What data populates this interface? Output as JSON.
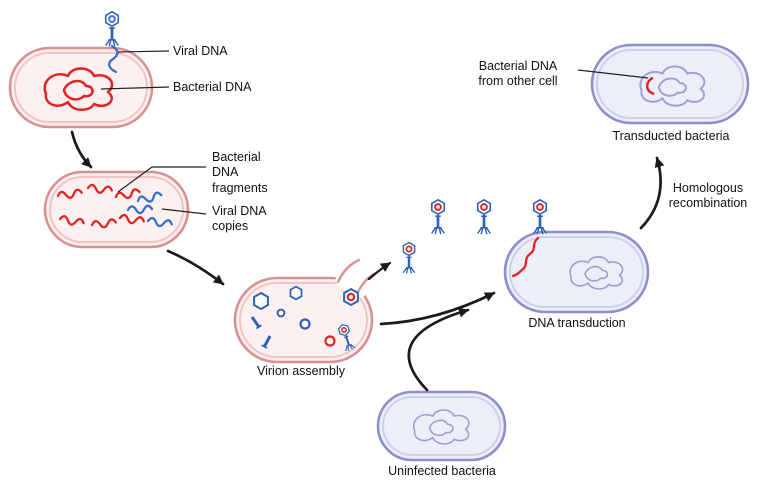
{
  "diagram": {
    "background": "#ffffff",
    "labels": {
      "viral_dna": "Viral DNA",
      "bacterial_dna": "Bacterial DNA",
      "bacterial_dna_fragments": "Bacterial DNA fragments",
      "viral_dna_copies": "Viral DNA copies",
      "virion_assembly": "Virion assembly",
      "uninfected_bacteria": "Uninfected bacteria",
      "dna_transduction": "DNA transduction",
      "bacterial_dna_from_other_cell": "Bacterial DNA from other cell",
      "transducted_bacteria": "Transducted bacteria",
      "homologous_recombination": "Homologous recombination"
    },
    "colors": {
      "bacteria_pink_fill": "#fdf0f0",
      "bacteria_pink_stroke": "#d89090",
      "bacteria_pink_inner": "#f2c4c4",
      "bacteria_purple_fill": "#eceef9",
      "bacteria_purple_stroke": "#8b90cc",
      "bacteria_purple_inner": "#cdd1ec",
      "dna_red": "#e02424",
      "viral_blue": "#2e62b8",
      "viral_dna_blue": "#3a6fc4",
      "purple_dna": "#9aa0cf",
      "arrow_black": "#1a1a1a",
      "label_text": "#111111"
    }
  }
}
